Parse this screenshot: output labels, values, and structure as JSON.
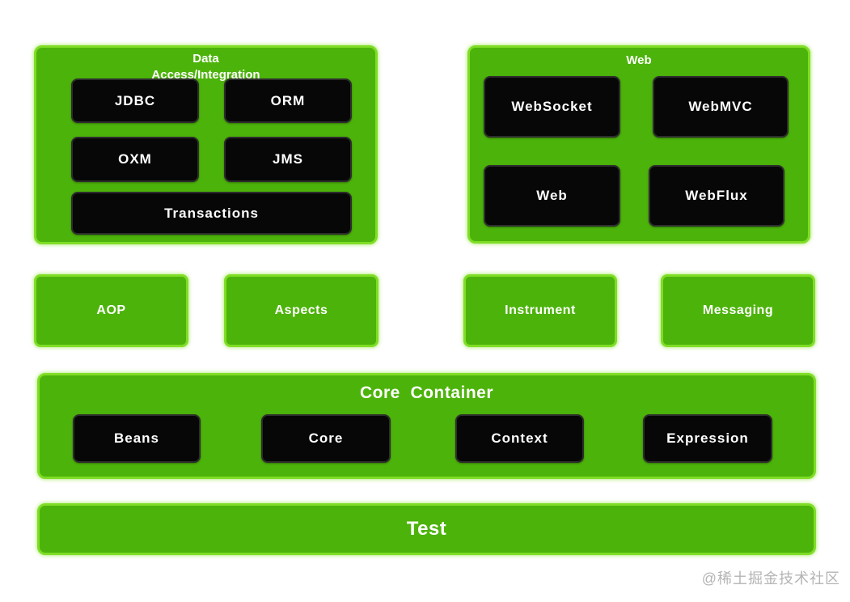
{
  "colors": {
    "panel_fill": "#4cb30a",
    "panel_border": "#7fdd26",
    "module_fill": "#070707",
    "module_border": "#2d2d2d",
    "label_white": "#ffffff",
    "watermark_gray": "#b4b4b4"
  },
  "panels": {
    "data_access": {
      "title": "Data\nAccess/Integration",
      "modules": {
        "jdbc": "JDBC",
        "orm": "ORM",
        "oxm": "OXM",
        "jms": "JMS",
        "transactions": "Transactions"
      }
    },
    "web": {
      "title": "Web",
      "modules": {
        "websocket": "WebSocket",
        "webmvc": "WebMVC",
        "web": "Web",
        "webflux": "WebFlux"
      }
    },
    "middle": {
      "aop": "AOP",
      "aspects": "Aspects",
      "instrument": "Instrument",
      "messaging": "Messaging"
    },
    "core_container": {
      "title": "Core  Container",
      "modules": {
        "beans": "Beans",
        "core": "Core",
        "context": "Context",
        "expression": "Expression"
      }
    },
    "test": {
      "title": "Test"
    }
  },
  "watermark": "@稀土掘金技术社区"
}
